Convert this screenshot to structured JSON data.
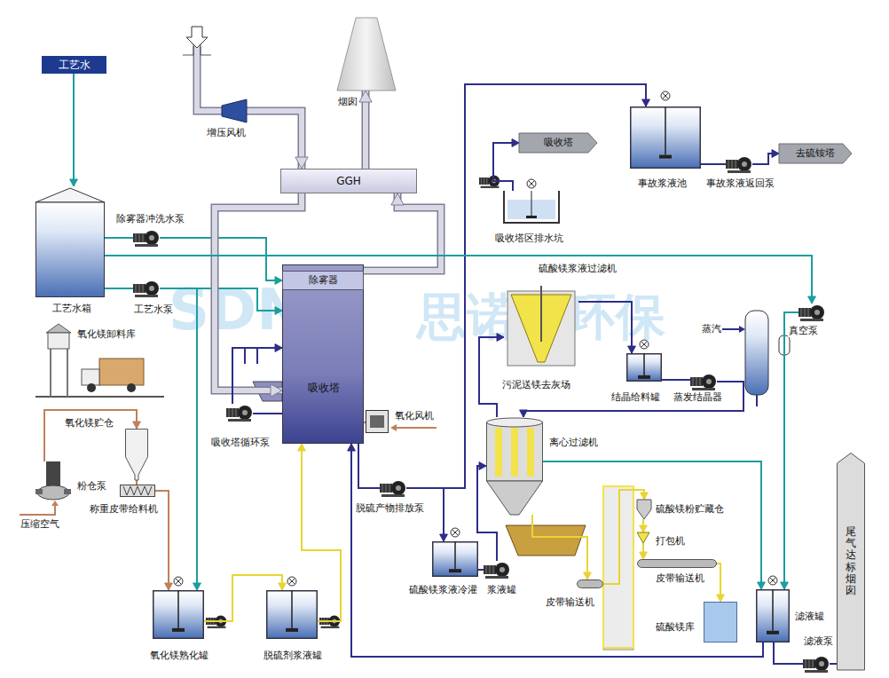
{
  "diagram": {
    "nodes": [
      {
        "text": [
          "工艺水"
        ]
      },
      {
        "text": [
          "烟囱"
        ]
      },
      {
        "text": [
          "增压风机"
        ]
      },
      {
        "text": [
          "GGH"
        ]
      },
      {
        "text": [
          "事故浆液池"
        ]
      },
      {
        "text": [
          "吸收塔"
        ]
      },
      {
        "text": [
          "吸收塔区排水坑"
        ]
      },
      {
        "text": [
          "事故浆液返回泵"
        ]
      },
      {
        "text": [
          "去硫铵塔"
        ]
      },
      {
        "text": [
          "工艺水箱"
        ]
      },
      {
        "text": [
          "除雾器冲洗水泵"
        ]
      },
      {
        "text": [
          "工艺水泵"
        ]
      },
      {
        "text": [
          "吸收塔"
        ]
      },
      {
        "text": [
          "除雾器"
        ],
        "in": 12
      },
      {
        "text": [
          "硫酸镁浆液过滤机",
          "污泥送镁去灰场"
        ]
      },
      {
        "text": [
          "结晶给料罐"
        ]
      },
      {
        "text": [
          "蒸发结晶器"
        ]
      },
      {
        "text": [
          "真空泵"
        ]
      },
      {
        "text": [
          "氧化镁卸料库"
        ]
      },
      {
        "text": [
          "吸收塔循环泵"
        ]
      },
      {
        "text": [
          "氧化风机"
        ]
      },
      {
        "text": [
          "氧化镁贮仓"
        ]
      },
      {
        "text": [
          "粉仓泵"
        ]
      },
      {
        "text": [
          "称重皮带给料机"
        ]
      },
      {
        "text": [
          "离心过滤机"
        ]
      },
      {
        "text": [
          "脱硫产物排放泵"
        ]
      },
      {
        "text": [
          "硫酸镁浆液冷灌"
        ]
      },
      {
        "text": [
          "浆液罐"
        ]
      },
      {
        "text": [
          "硫酸镁粉贮藏仓"
        ]
      },
      {
        "text": [
          "打包机"
        ]
      },
      {
        "text": [
          "皮带输送机"
        ]
      },
      {
        "text": [
          "皮带输送机"
        ]
      },
      {
        "text": [
          "硫酸镁库"
        ]
      },
      {
        "text": [
          "滤液罐"
        ]
      },
      {
        "text": [
          "滤液泵"
        ]
      },
      {
        "text": [
          "尾气达标烟囱"
        ]
      },
      {
        "text": [
          "氧化镁熟化罐"
        ]
      },
      {
        "text": [
          "脱硫剂浆液罐"
        ]
      }
    ],
    "edges": [
      {
        "from": 0,
        "to": 9,
        "arrow": "to"
      },
      {
        "from": 9,
        "to": 10,
        "arrow": "none"
      },
      {
        "from": 10,
        "to": 13,
        "arrow": "to"
      },
      {
        "from": 9,
        "to": 11,
        "arrow": "none"
      },
      {
        "from": 11,
        "to": 12,
        "arrow": "to"
      },
      {
        "from": 11,
        "to": 36,
        "arrow": "to"
      },
      {
        "from": 22,
        "to": 21,
        "arrow": "to"
      },
      {
        "from": 21,
        "to": 23,
        "arrow": "none"
      },
      {
        "from": 23,
        "to": 36,
        "arrow": "to"
      },
      {
        "from": 36,
        "to": 37,
        "arrow": "to"
      },
      {
        "from": 37,
        "to": 12,
        "arrow": "to"
      },
      {
        "from": 2,
        "to": 3,
        "arrow": "to"
      },
      {
        "from": 3,
        "to": 1,
        "arrow": "to"
      },
      {
        "from": 3,
        "to": 12,
        "arrow": "to"
      },
      {
        "from": 12,
        "to": 3,
        "arrow": "to"
      },
      {
        "from": 19,
        "to": 12,
        "arrow": "to"
      },
      {
        "from": 12,
        "to": 19,
        "arrow": "none"
      },
      {
        "from": 20,
        "to": 12,
        "arrow": "to"
      },
      {
        "from": 12,
        "to": 25,
        "arrow": "none"
      },
      {
        "from": 25,
        "to": 26,
        "arrow": "to"
      },
      {
        "from": 25,
        "to": 4,
        "arrow": "to"
      },
      {
        "from": 6,
        "to": 5,
        "arrow": "to"
      },
      {
        "from": 4,
        "to": 7,
        "arrow": "none"
      },
      {
        "from": 7,
        "to": 8,
        "arrow": "to"
      },
      {
        "from": 26,
        "to": 27,
        "arrow": "none"
      },
      {
        "from": 27,
        "to": 24,
        "arrow": "to"
      },
      {
        "from": 24,
        "to": 14,
        "arrow": "to"
      },
      {
        "from": 14,
        "to": 15,
        "arrow": "to"
      },
      {
        "from": 15,
        "to": 16,
        "arrow": "none"
      },
      {
        "from": 16,
        "to": 24,
        "arrow": "to"
      },
      {
        "from": 9,
        "to": 17,
        "arrow": "to"
      },
      {
        "from": 24,
        "to": 33,
        "arrow": "to"
      },
      {
        "from": 17,
        "to": 33,
        "arrow": "to"
      },
      {
        "from": 33,
        "to": 34,
        "arrow": "none"
      },
      {
        "from": 34,
        "to": 35,
        "arrow": "none"
      },
      {
        "from": 33,
        "to": 12,
        "arrow": "to"
      },
      {
        "from": 24,
        "to": 30,
        "arrow": "to"
      },
      {
        "from": 30,
        "to": 28,
        "arrow": "to"
      },
      {
        "from": 28,
        "to": 29,
        "arrow": "to"
      },
      {
        "from": 29,
        "to": 31,
        "arrow": "to"
      },
      {
        "from": 31,
        "to": 32,
        "arrow": "to"
      }
    ],
    "labels": [
      "压缩空气",
      "蒸汽",
      "SDN",
      "思诺能环保"
    ]
  }
}
